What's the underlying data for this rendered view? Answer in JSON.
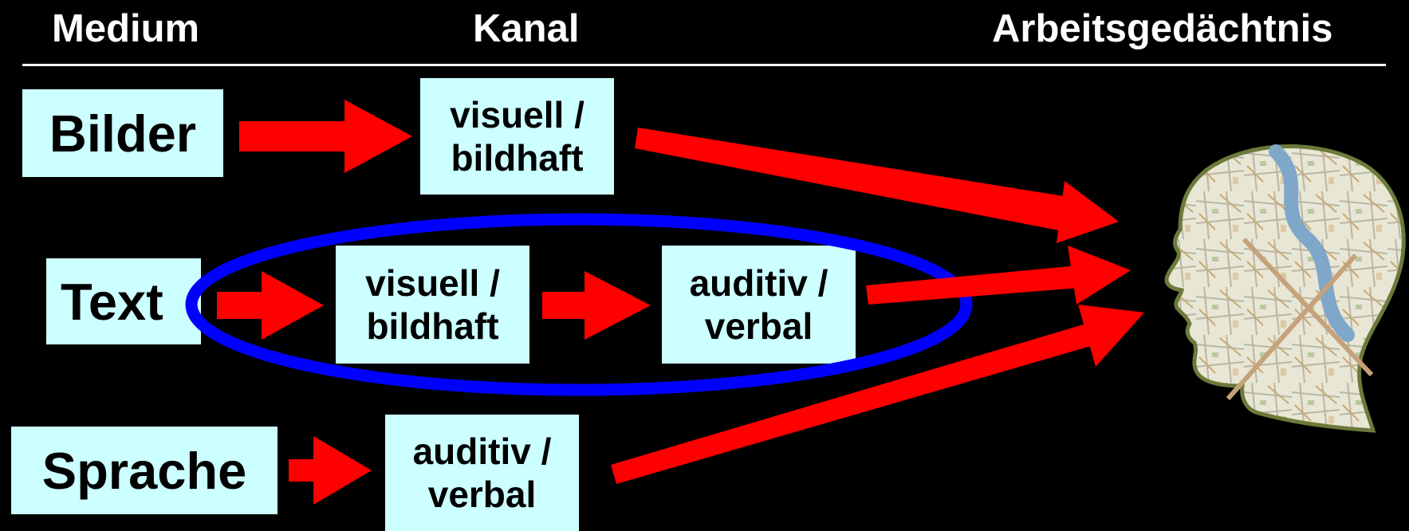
{
  "headers": {
    "medium": "Medium",
    "kanal": "Kanal",
    "arbeitsgedaechtnis": "Arbeitsgedächtnis"
  },
  "rows": {
    "bilder": {
      "medium": "Bilder",
      "channel_line1": "visuell /",
      "channel_line2": "bildhaft"
    },
    "text": {
      "medium": "Text",
      "channel1_line1": "visuell /",
      "channel1_line2": "bildhaft",
      "channel2_line1": "auditiv /",
      "channel2_line2": "verbal"
    },
    "sprache": {
      "medium": "Sprache",
      "channel_line1": "auditiv /",
      "channel_line2": "verbal"
    }
  },
  "colors": {
    "background": "#000000",
    "box_fill": "#ccffff",
    "arrow": "#ff0000",
    "ellipse": "#0000ff",
    "text": "#ffffff"
  },
  "icons": {
    "head": "head-with-map-texture-icon"
  }
}
